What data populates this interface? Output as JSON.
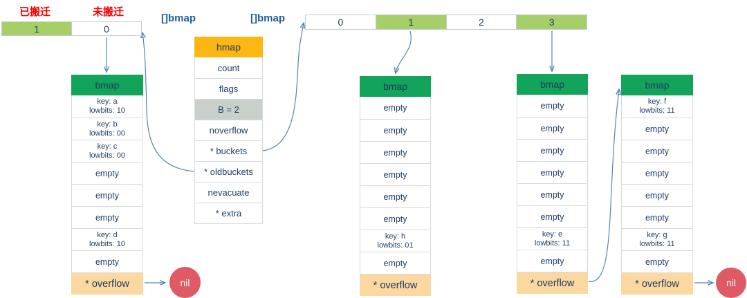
{
  "colors": {
    "bmap_header_green": "#12a45a",
    "hmap_header_orange": "#fcb712",
    "highlight_light_green": "#a6cf68",
    "overflow_tan": "#fbd8a0",
    "b_field_gray": "#c9cfc9",
    "nil_red": "#e05a66",
    "arrow_blue": "#5585af",
    "text_navy": "#1e3a5f",
    "annotation_red": "#fa0000",
    "slice_label_blue": "#1f5f9e"
  },
  "annotations": {
    "evacuated": "已搬迁",
    "not_evacuated": "未搬迁",
    "old_slice_label": "[]bmap",
    "new_slice_label": "[]bmap"
  },
  "oldbuckets_array": [
    {
      "value": "1",
      "highlighted": true
    },
    {
      "value": "0",
      "highlighted": false
    }
  ],
  "buckets_array": [
    {
      "value": "0",
      "highlighted": false
    },
    {
      "value": "1",
      "highlighted": true
    },
    {
      "value": "2",
      "highlighted": false
    },
    {
      "value": "3",
      "highlighted": true
    }
  ],
  "hmap": {
    "title": "hmap",
    "fields": [
      "count",
      "flags",
      "B = 2",
      "noverflow",
      "* buckets",
      "* oldbuckets",
      "nevacuate",
      "* extra"
    ],
    "highlighted_field": "B = 2"
  },
  "bmaps": [
    {
      "title": "bmap",
      "slots": [
        {
          "line1": "key: a",
          "line2": "lowbits: 10"
        },
        {
          "line1": "key: b",
          "line2": "lowbits: 00"
        },
        {
          "line1": "key: c",
          "line2": "lowbits: 00"
        },
        {
          "line1": "empty",
          "line2": ""
        },
        {
          "line1": "empty",
          "line2": ""
        },
        {
          "line1": "empty",
          "line2": ""
        },
        {
          "line1": "key: d",
          "line2": "lowbits: 10"
        },
        {
          "line1": "empty",
          "line2": ""
        }
      ],
      "overflow": "* overflow"
    },
    {
      "title": "bmap",
      "slots": [
        {
          "line1": "empty",
          "line2": ""
        },
        {
          "line1": "empty",
          "line2": ""
        },
        {
          "line1": "empty",
          "line2": ""
        },
        {
          "line1": "empty",
          "line2": ""
        },
        {
          "line1": "empty",
          "line2": ""
        },
        {
          "line1": "empty",
          "line2": ""
        },
        {
          "line1": "key: h",
          "line2": "lowbits: 01"
        },
        {
          "line1": "empty",
          "line2": ""
        }
      ],
      "overflow": "* overflow"
    },
    {
      "title": "bmap",
      "slots": [
        {
          "line1": "empty",
          "line2": ""
        },
        {
          "line1": "empty",
          "line2": ""
        },
        {
          "line1": "empty",
          "line2": ""
        },
        {
          "line1": "empty",
          "line2": ""
        },
        {
          "line1": "empty",
          "line2": ""
        },
        {
          "line1": "empty",
          "line2": ""
        },
        {
          "line1": "key: e",
          "line2": "lowbits: 11"
        },
        {
          "line1": "empty",
          "line2": ""
        }
      ],
      "overflow": "* overflow"
    },
    {
      "title": "bmap",
      "slots": [
        {
          "line1": "key: f",
          "line2": "lowbits: 11"
        },
        {
          "line1": "empty",
          "line2": ""
        },
        {
          "line1": "empty",
          "line2": ""
        },
        {
          "line1": "empty",
          "line2": ""
        },
        {
          "line1": "empty",
          "line2": ""
        },
        {
          "line1": "empty",
          "line2": ""
        },
        {
          "line1": "key: g",
          "line2": "lowbits: 11"
        },
        {
          "line1": "empty",
          "line2": ""
        }
      ],
      "overflow": "* overflow"
    }
  ],
  "nil_label": "nil",
  "edges": [
    {
      "from": "oldbuckets-array-cell-0",
      "to": "bmap-old"
    },
    {
      "from": "hmap.* oldbuckets",
      "to": "oldbuckets-array"
    },
    {
      "from": "hmap.* buckets",
      "to": "buckets-array"
    },
    {
      "from": "buckets-array-cell-1",
      "to": "bmap-bucket-1"
    },
    {
      "from": "buckets-array-cell-3",
      "to": "bmap-bucket-3"
    },
    {
      "from": "bmap-bucket-3.* overflow",
      "to": "bmap-overflow"
    },
    {
      "from": "bmap-old.* overflow",
      "to": "nil"
    },
    {
      "from": "bmap-overflow.* overflow",
      "to": "nil"
    }
  ]
}
